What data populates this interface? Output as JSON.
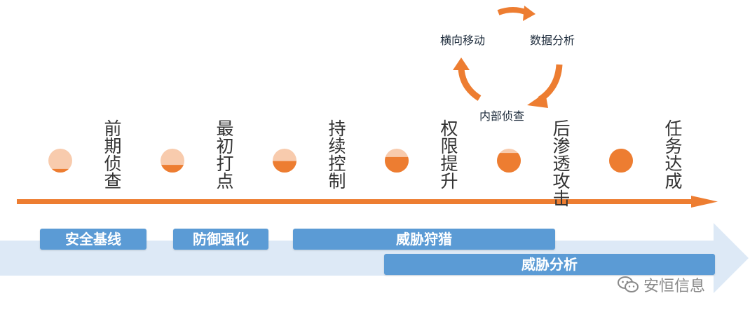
{
  "stages": [
    {
      "label": "前期侦查",
      "fill": 0.15
    },
    {
      "label": "最初打点",
      "fill": 0.32
    },
    {
      "label": "持续控制",
      "fill": 0.48
    },
    {
      "label": "权限提升",
      "fill": 0.65
    },
    {
      "label": "后渗透攻击",
      "fill": 0.82
    },
    {
      "label": "任务达成",
      "fill": 1.0
    }
  ],
  "cycle": {
    "lateral": "横向移动",
    "data_analysis": "数据分析",
    "internal_recon": "内部侦查"
  },
  "bars": {
    "baseline": "安全基线",
    "hardening": "防御强化",
    "hunting": "威胁狩猎",
    "analysis": "威胁分析"
  },
  "watermark": {
    "text": "安恒信息",
    "icon": "wechat-icon"
  },
  "colors": {
    "orange": "#ed7d31",
    "peach": "#f8cbad",
    "blue": "#5b9bd5",
    "light_blue": "#dde9f6"
  }
}
